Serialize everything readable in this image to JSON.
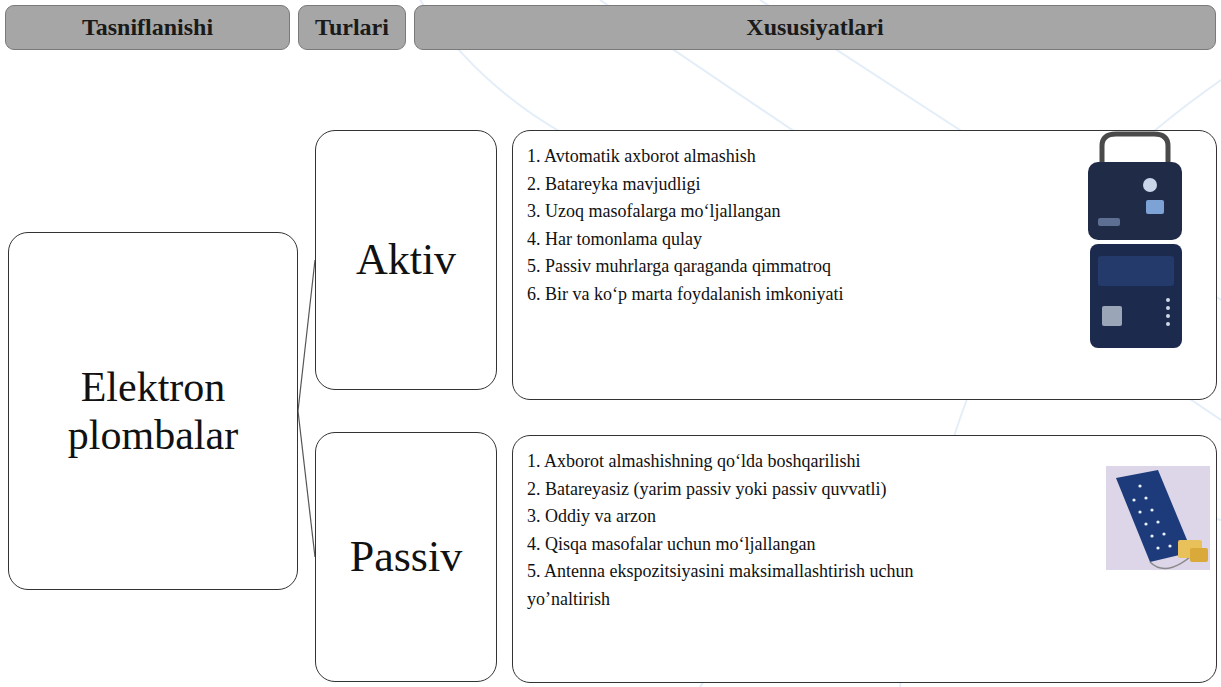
{
  "diagram": {
    "nodes": [
      {
        "text": [
          "Tasniflanishi"
        ]
      },
      {
        "text": [
          "Turlari"
        ]
      },
      {
        "text": [
          "Xususiyatlari"
        ]
      },
      {
        "text": [
          "Elektron plombalar"
        ]
      },
      {
        "text": [
          "Aktiv"
        ]
      },
      {
        "text": [
          "1. Avtomatik axborot almashish",
          "2. Batareyka mavjudligi",
          "3. Uzoq masofalarga mo‘ljallangan",
          "4. Har tomonlama qulay",
          "5. Passiv muhrlarga qaraganda qimmatroq",
          "6. Bir va ko‘p marta foydalanish imkoniyati"
        ]
      },
      {
        "text": [
          "Passiv"
        ]
      },
      {
        "text": [
          "1. Axborot almashishning qo‘lda boshqarilishi",
          "2. Batareyasiz (yarim passiv yoki passiv quvvatli)",
          "3. Oddiy va arzon",
          "4. Qisqa masofalar uchun mo‘ljallangan",
          "5. Antenna ekspozitsiyasini maksimallashtirish uchun yo’naltirish"
        ]
      }
    ],
    "edges": [
      {
        "from": 3,
        "to": 4,
        "arrow": "none"
      },
      {
        "from": 3,
        "to": 6,
        "arrow": "none"
      }
    ]
  }
}
